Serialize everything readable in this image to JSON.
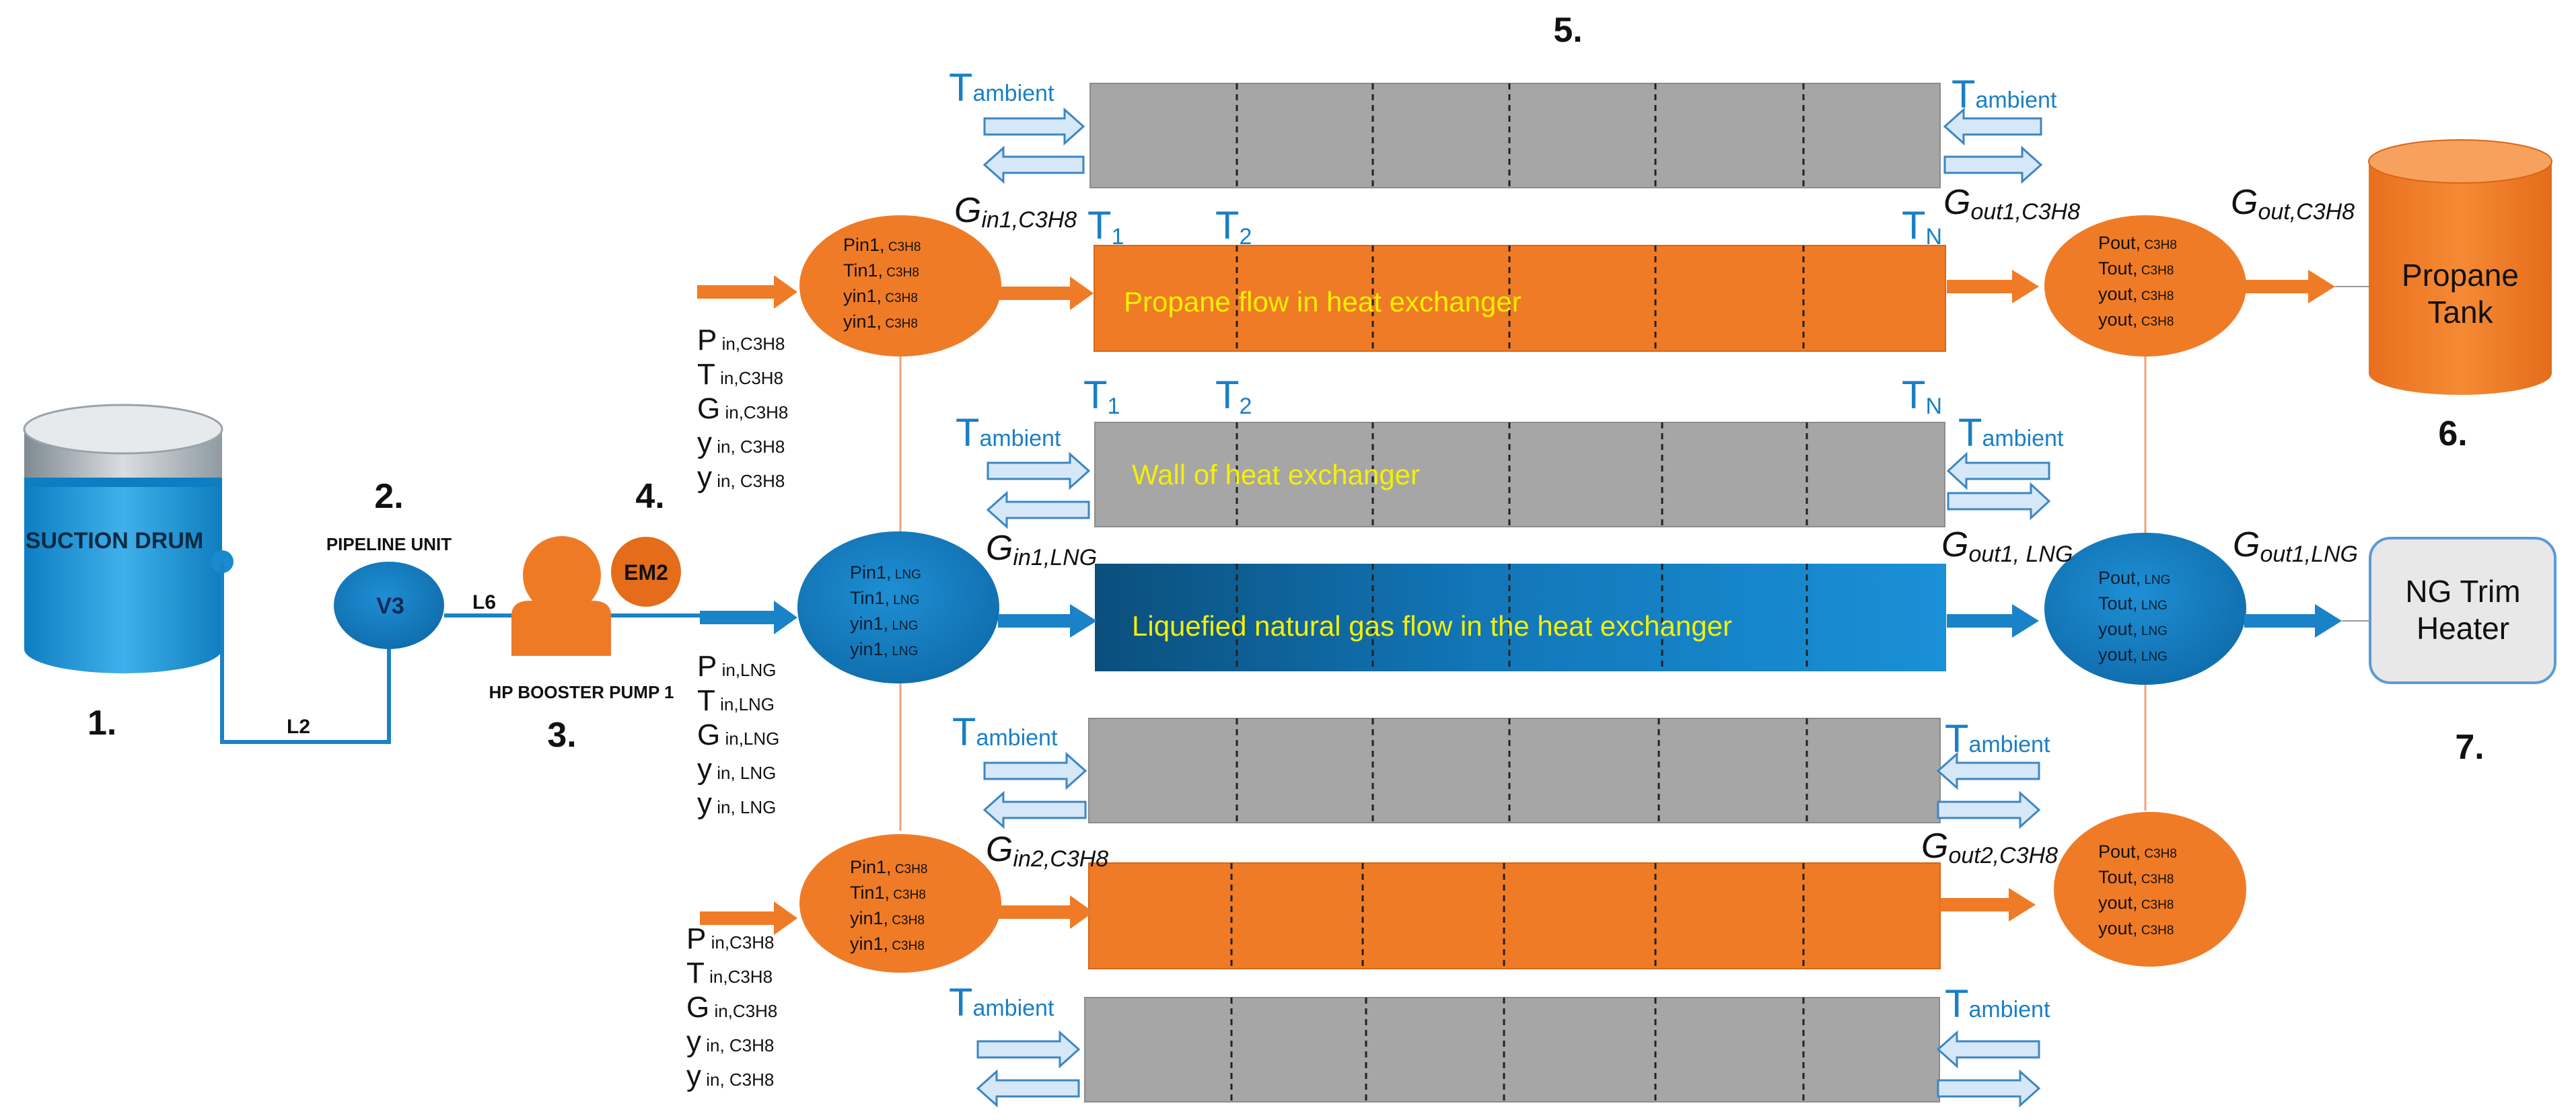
{
  "numbers": {
    "n1": "1.",
    "n2": "2.",
    "n3": "3.",
    "n4": "4.",
    "n5": "5.",
    "n6": "6.",
    "n7": "7."
  },
  "equipment": {
    "suction_drum": "SUCTION DRUM",
    "pipeline_unit": "PIPELINE UNIT",
    "v3": "V3",
    "l2": "L2",
    "l6": "L6",
    "em2": "EM2",
    "hp_pump": "HP BOOSTER PUMP 1",
    "propane_tank": [
      "Propane",
      "Tank"
    ],
    "ng_trim": [
      "NG Trim",
      "Heater"
    ]
  },
  "flows": {
    "propane_top": "Propane flow in heat exchanger",
    "wall": "Wall of heat exchanger",
    "lng": "Liquefied natural gas flow in the heat exchanger"
  },
  "temps": {
    "T": "T",
    "ambient": "ambient",
    "t1": "1",
    "t2": "2",
    "tN": "N"
  },
  "gvars": {
    "G": "G",
    "in1_c3h8": "in1,C3H8",
    "out1_c3h8": "out1,C3H8",
    "out_c3h8": "out,C3H8",
    "in1_lng": "in1,LNG",
    "out1_lng": "out1, LNG",
    "out1_lng2": "out1,LNG",
    "in2_c3h8": "in2,C3H8",
    "out2_c3h8": "out2,C3H8"
  },
  "inlet_params": {
    "c3h8_top": [
      {
        "main": "P",
        "sub": "in,C3H8"
      },
      {
        "main": "T",
        "sub": "in,C3H8"
      },
      {
        "main": "G",
        "sub": "in,C3H8"
      },
      {
        "main": "y",
        "sub": "in, C3H8"
      },
      {
        "main": "y",
        "sub": "in, C3H8"
      }
    ],
    "lng": [
      {
        "main": "P",
        "sub": "in,LNG"
      },
      {
        "main": "T",
        "sub": "in,LNG"
      },
      {
        "main": "G",
        "sub": "in,LNG"
      },
      {
        "main": "y",
        "sub": "in, LNG"
      },
      {
        "main": "y",
        "sub": "in, LNG"
      }
    ],
    "c3h8_bottom": [
      {
        "main": "P",
        "sub": "in,C3H8"
      },
      {
        "main": "T",
        "sub": "in,C3H8"
      },
      {
        "main": "G",
        "sub": "in,C3H8"
      },
      {
        "main": "y",
        "sub": "in, C3H8"
      },
      {
        "main": "y",
        "sub": "in, C3H8"
      }
    ]
  },
  "nodes": {
    "in_c3h8_top": [
      {
        "main": "Pin1,",
        "sub": "C3H8"
      },
      {
        "main": "Tin1,",
        "sub": "C3H8"
      },
      {
        "main": "yin1,",
        "sub": "C3H8"
      },
      {
        "main": "yin1,",
        "sub": "C3H8"
      }
    ],
    "in_lng": [
      {
        "main": "Pin1,",
        "sub": "LNG"
      },
      {
        "main": "Tin1,",
        "sub": "LNG"
      },
      {
        "main": "yin1,",
        "sub": "LNG"
      },
      {
        "main": "yin1,",
        "sub": "LNG"
      }
    ],
    "in_c3h8_bottom": [
      {
        "main": "Pin1,",
        "sub": "C3H8"
      },
      {
        "main": "Tin1,",
        "sub": "C3H8"
      },
      {
        "main": "yin1,",
        "sub": "C3H8"
      },
      {
        "main": "yin1,",
        "sub": "C3H8"
      }
    ],
    "out_c3h8_top": [
      {
        "main": "Pout,",
        "sub": "C3H8"
      },
      {
        "main": "Tout,",
        "sub": "C3H8"
      },
      {
        "main": "yout,",
        "sub": "C3H8"
      },
      {
        "main": "yout,",
        "sub": "C3H8"
      }
    ],
    "out_lng": [
      {
        "main": "Pout,",
        "sub": "LNG"
      },
      {
        "main": "Tout,",
        "sub": "LNG"
      },
      {
        "main": "yout,",
        "sub": "LNG"
      },
      {
        "main": "yout,",
        "sub": "LNG"
      }
    ],
    "out_c3h8_bottom": [
      {
        "main": "Pout,",
        "sub": "C3H8"
      },
      {
        "main": "Tout,",
        "sub": "C3H8"
      },
      {
        "main": "yout,",
        "sub": "C3H8"
      },
      {
        "main": "yout,",
        "sub": "C3H8"
      }
    ]
  },
  "colors": {
    "orange": "#f07b26",
    "blue": "#1a82c7",
    "dark_blue": "#0c5a8c",
    "gray_band": "#a6a6a6",
    "label_blue": "#1a7fc4",
    "flow_text": "#f5f000",
    "ambient_arrow": "#d6e8f7"
  }
}
